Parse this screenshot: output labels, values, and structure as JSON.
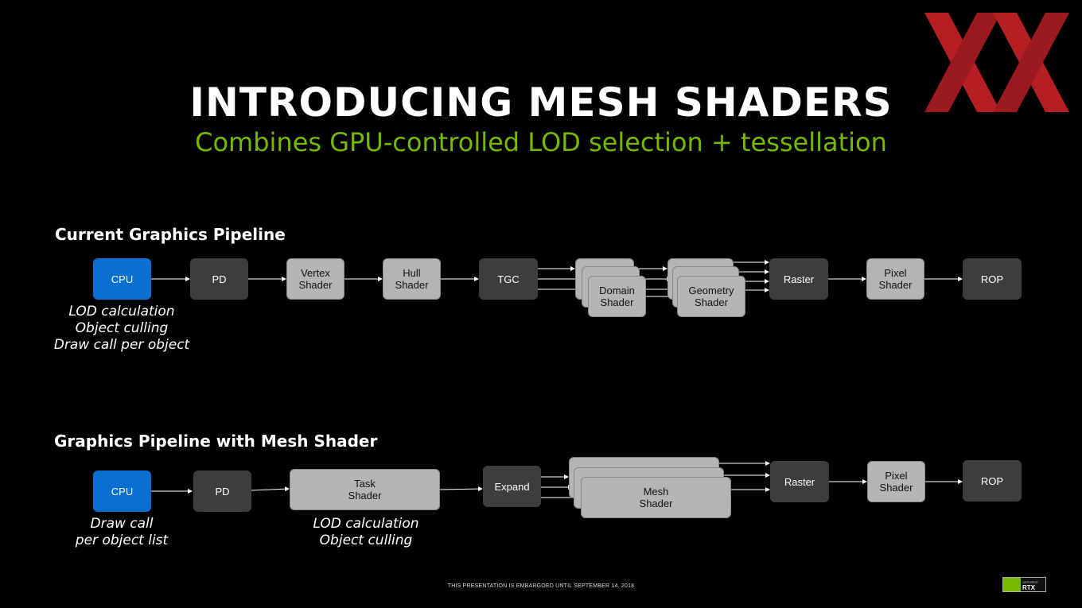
{
  "title": "INTRODUCING MESH SHADERS",
  "subtitle": "Combines GPU-controlled LOD selection + tessellation",
  "colors": {
    "background": "#000000",
    "accent": "#76b900",
    "cpu": "#0a6fcf",
    "box_dark": "#3d3d3d",
    "box_light": "#b5b5b5",
    "logo_red": "#b51f24"
  },
  "current_pipeline": {
    "heading": "Current Graphics Pipeline",
    "stages": {
      "cpu": "CPU",
      "pd": "PD",
      "vertex": "Vertex\nShader",
      "hull": "Hull\nShader",
      "tgc": "TGC",
      "domain": "Domain\nShader",
      "geometry": "Geometry\nShader",
      "raster": "Raster",
      "pixel": "Pixel\nShader",
      "rop": "ROP"
    },
    "cpu_note": "LOD calculation\nObject culling\nDraw call per object"
  },
  "mesh_pipeline": {
    "heading": "Graphics Pipeline with Mesh Shader",
    "stages": {
      "cpu": "CPU",
      "pd": "PD",
      "task": "Task\nShader",
      "expand": "Expand",
      "mesh": "Mesh\nShader",
      "raster": "Raster",
      "pixel": "Pixel\nShader",
      "rop": "ROP"
    },
    "cpu_note": "Draw call\nper object list",
    "task_note": "LOD calculation\nObject culling"
  },
  "footer": {
    "embargo": "THIS PRESENTATION IS EMBARGOED UNTIL SEPTEMBER 14, 2018",
    "logo_text": "RTX",
    "logo_small_text": "GEFORCE"
  },
  "icons": {
    "site_logo": "xx-logo-icon",
    "brand_logo": "nvidia-rtx-logo-icon"
  }
}
